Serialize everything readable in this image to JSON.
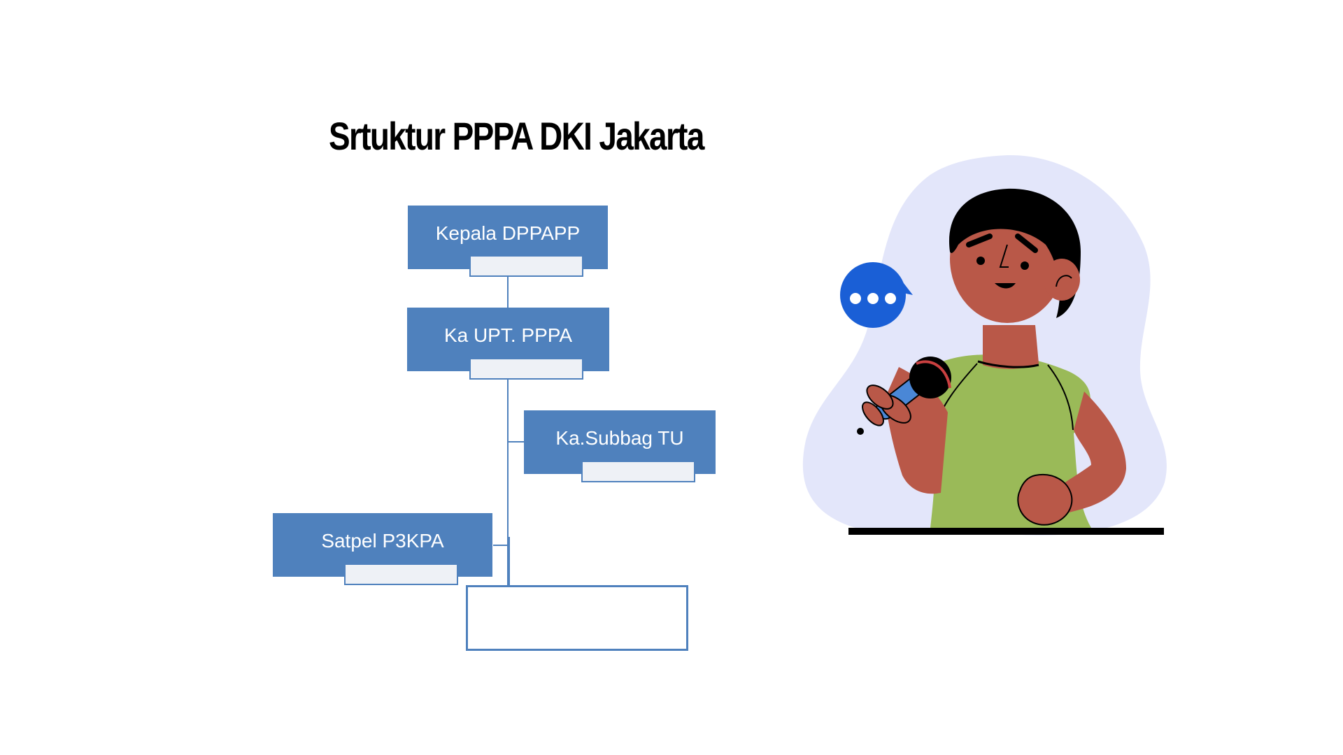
{
  "title": "Srtuktur PPPA DKI Jakarta",
  "org_chart": {
    "nodes": [
      {
        "id": "kepala",
        "label": "Kepala DPPAPP",
        "sublabel": ""
      },
      {
        "id": "ka-upt",
        "label": "Ka UPT. PPPA",
        "sublabel": ""
      },
      {
        "id": "ka-subbag",
        "label": "Ka.Subbag TU",
        "sublabel": ""
      },
      {
        "id": "satpel",
        "label": "Satpel P3KPA",
        "sublabel": ""
      },
      {
        "id": "empty",
        "label": "",
        "sublabel": ""
      }
    ]
  },
  "colors": {
    "node_fill": "#4f81bd",
    "node_text": "#ffffff",
    "subbox_fill": "#eef1f6",
    "blob": "#e3e6fa",
    "speech_bubble": "#1a5fd6",
    "shirt": "#9aba58",
    "skin": "#b95848",
    "mic": "#4a87d6"
  },
  "illustration": {
    "subject": "person-speaking-into-microphone",
    "icons": [
      "speech-bubble-icon",
      "microphone-icon"
    ]
  }
}
